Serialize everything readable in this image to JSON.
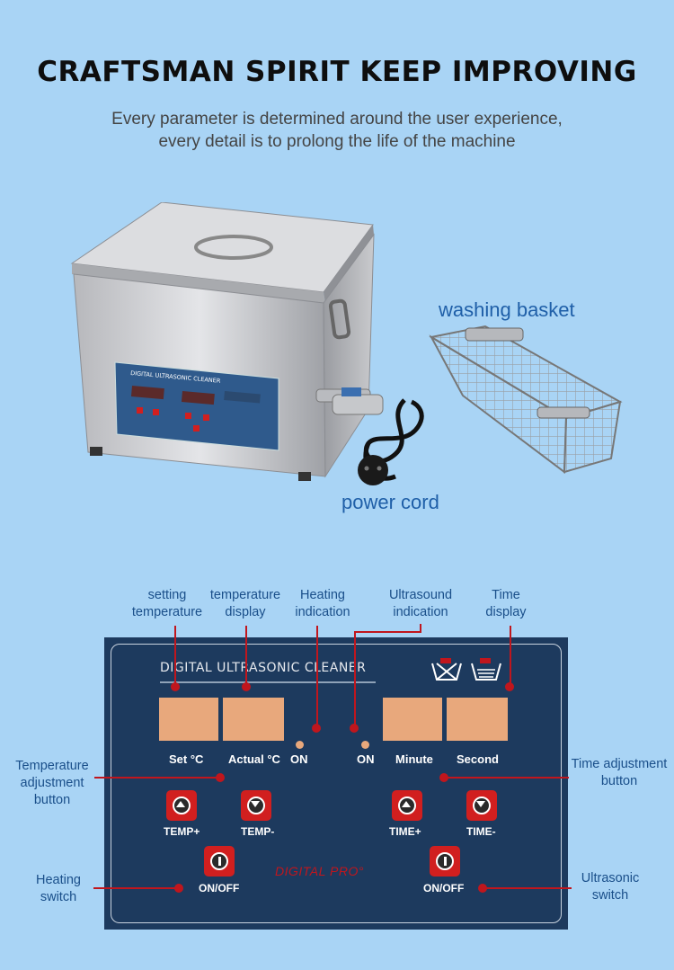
{
  "header": {
    "title": "CRAFTSMAN SPIRIT KEEP IMPROVING",
    "subtitle_line1": "Every parameter is determined around the user experience,",
    "subtitle_line2": "every detail is to prolong the life of the machine"
  },
  "product": {
    "basket_label": "washing basket",
    "cord_label": "power cord",
    "mini_panel_title": "DIGITAL ULTRASONIC CLEANER"
  },
  "callouts": {
    "setting_temperature": [
      "setting",
      "temperature"
    ],
    "temperature_display": [
      "temperature",
      "display"
    ],
    "heating_indication": [
      "Heating",
      "indication"
    ],
    "ultrasound_indication": [
      "Ultrasound",
      "indication"
    ],
    "time_display": [
      "Time",
      "display"
    ],
    "temperature_adjustment": [
      "Temperature",
      "adjustment",
      "button"
    ],
    "time_adjustment": [
      "Time adjustment",
      "button"
    ],
    "heating_switch": [
      "Heating",
      "switch"
    ],
    "ultrasonic_switch": [
      "Ultrasonic",
      "switch"
    ]
  },
  "panel": {
    "title": "DIGITAL ULTRASONIC CLEANER",
    "set_c": "Set  °C",
    "actual_c": "Actual °C",
    "on_heat": "ON",
    "on_ultra": "ON",
    "minute": "Minute",
    "second": "Second",
    "temp_plus": "TEMP+",
    "temp_minus": "TEMP-",
    "time_plus": "TIME+",
    "time_minus": "TIME-",
    "on_off_heat": "ON/OFF",
    "on_off_ultra": "ON/OFF",
    "brand": "DIGITAL PRO°"
  },
  "colors": {
    "background": "#a9d4f5",
    "panel": "#1d3a5e",
    "accent_red": "#c0161d",
    "display": "#e8a87c"
  }
}
